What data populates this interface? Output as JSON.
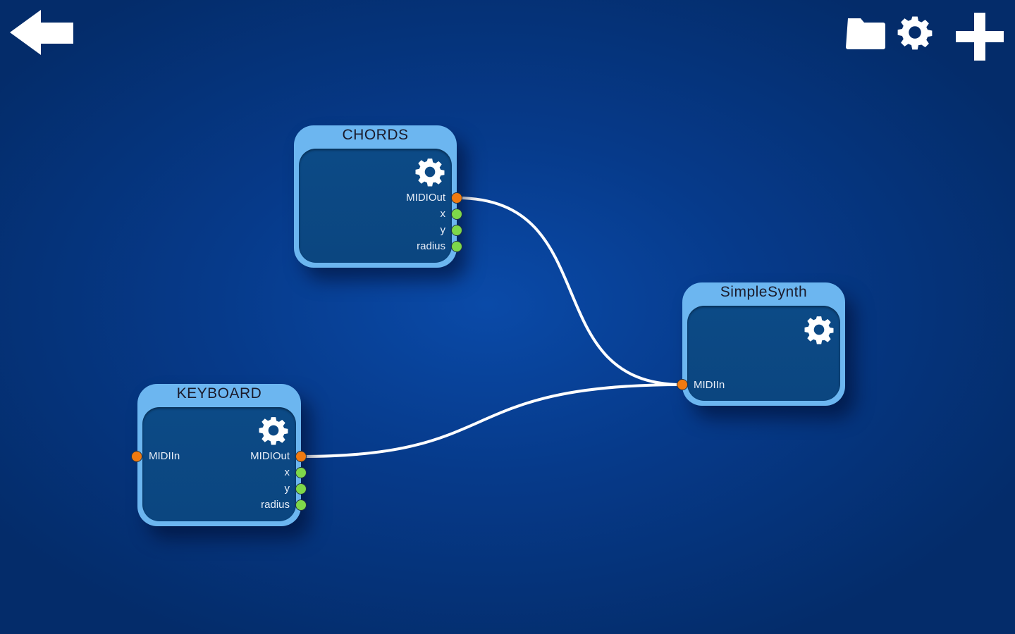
{
  "toolbar": {
    "back_icon": "arrow-left-icon",
    "folder_icon": "folder-icon",
    "settings_icon": "gear-icon",
    "add_icon": "plus-icon"
  },
  "nodes": {
    "chords": {
      "title": "CHORDS",
      "ports": {
        "midi_out": "MIDIOut",
        "x": "x",
        "y": "y",
        "radius": "radius"
      }
    },
    "keyboard": {
      "title": "KEYBOARD",
      "ports": {
        "midi_in": "MIDIIn",
        "midi_out": "MIDIOut",
        "x": "x",
        "y": "y",
        "radius": "radius"
      }
    },
    "simplesynth": {
      "title": "SimpleSynth",
      "ports": {
        "midi_in": "MIDIIn"
      }
    }
  },
  "colors": {
    "background": "#063a8a",
    "node": "#6cb6f0",
    "midi_port": "#f07a10",
    "value_port": "#7ed84a"
  }
}
